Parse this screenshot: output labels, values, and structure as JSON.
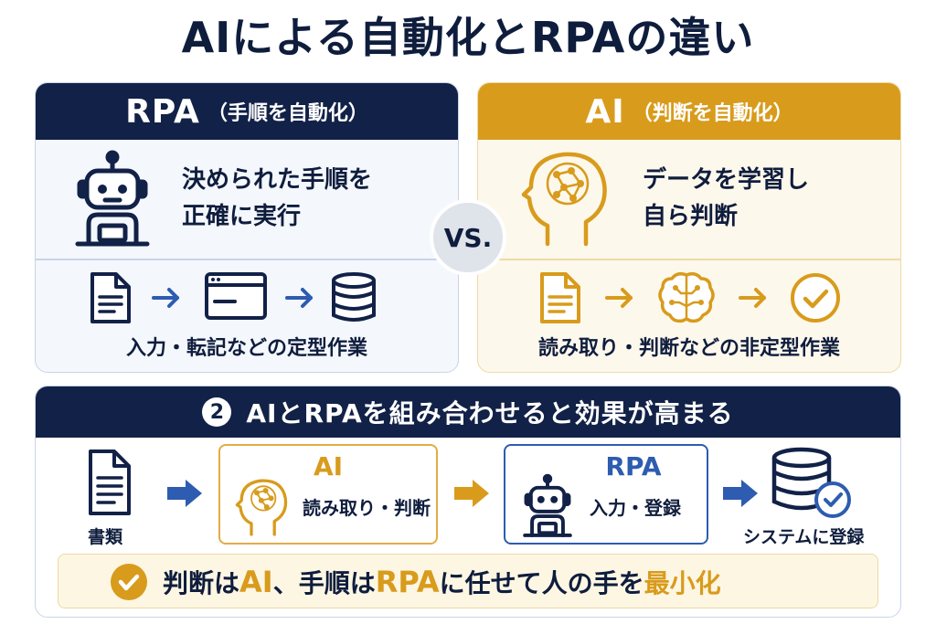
{
  "title": "AIによる自動化とRPAの違い",
  "vs_label": "VS.",
  "rpa_panel": {
    "name": "RPA",
    "subtitle": "（手順を自動化）",
    "desc_line1": "決められた手順を",
    "desc_line2": "正確に実行",
    "footer": "入力・転記などの定型作業"
  },
  "ai_panel": {
    "name": "AI",
    "subtitle": "（判断を自動化）",
    "desc_line1": "データを学習し",
    "desc_line2": "自ら判断",
    "footer": "読み取り・判断などの非定型作業"
  },
  "combo": {
    "step_number": "2",
    "title": "AIとRPAを組み合わせると効果が高まる",
    "doc_label": "書類",
    "ai_title": "AI",
    "ai_label": "読み取り・判断",
    "rpa_title": "RPA",
    "rpa_label": "入力・登録",
    "system_label": "システムに登録",
    "summary": {
      "part1": "判断は",
      "ai": "AI",
      "part2": "、手順は",
      "rpa": "RPA",
      "part3": "に任せて人の手を",
      "highlight": "最小化"
    }
  },
  "colors": {
    "navy": "#122147",
    "gold": "#d89b1c",
    "blue": "#2d5cb0"
  },
  "icons": [
    "robot-icon",
    "ai-head-icon",
    "document-icon",
    "browser-window-icon",
    "database-icon",
    "brain-icon",
    "check-circle-icon",
    "arrow-right-icon"
  ]
}
